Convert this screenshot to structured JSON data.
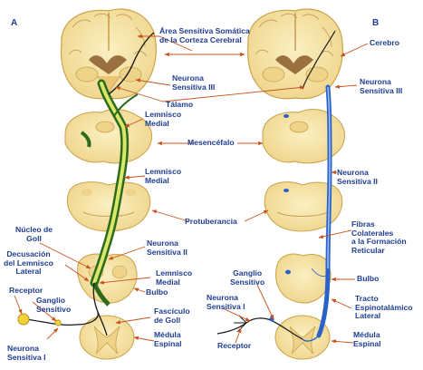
{
  "panels": {
    "a": "A",
    "b": "B"
  },
  "labels": {
    "area_sensitiva": "Área Sensitiva Somática\nde la Corteza Cerebral",
    "cerebro": "Cerebro",
    "neurona_iii_a": "Neurona\nSensitiva III",
    "neurona_iii_b": "Neurona\nSensitiva III",
    "talamo": "Tálamo",
    "lemnisco_medial_1": "Lemnisco\nMedial",
    "mesencefalo": "Mesencéfalo",
    "lemnisco_medial_2": "Lemnisco\nMedial",
    "neurona_ii_b": "Neurona\nSensitiva II",
    "protuberancia": "Protuberancia",
    "fibras_colaterales": "Fibras\nColaterales\na la Formación\nReticular",
    "nucleo_goll": "Núcleo de\nGoll",
    "neurona_ii_a": "Neurona\nSensitiva II",
    "decusacion": "Decusación\ndel Lemnisco\nLateral",
    "lemnisco_medial_3": "Lemnisco\nMedial",
    "bulbo_a": "Bulbo",
    "bulbo_b": "Bulbo",
    "ganglio_sensitivo_b": "Ganglio\nSensitivo",
    "receptor_a": "Receptor",
    "ganglio_sensitivo_a": "Ganglio\nSensitivo",
    "neurona_i_b": "Neurona\nSensitiva I",
    "tracto": "Tracto\nEspinotalámico\nLateral",
    "fasciculo_goll": "Fascículo\nde Goll",
    "medula_a": "Médula\nEspinal",
    "medula_b": "Médula\nEspinal",
    "receptor_b": "Receptor",
    "neurona_i_a": "Neurona\nSensitiva I"
  },
  "colors": {
    "label_text": "#1f3e93",
    "arrow": "#c8511c",
    "tissue_fill": "#f7e6a8",
    "tissue_stroke": "#c9a24a",
    "gray_matter": "#eed48a",
    "lemniscal_path": "#2d6a1c",
    "lemniscal_highlight": "#d9e86a",
    "spinothalamic_path": "#2b62c9",
    "neuron_line": "#1a1a1a"
  }
}
